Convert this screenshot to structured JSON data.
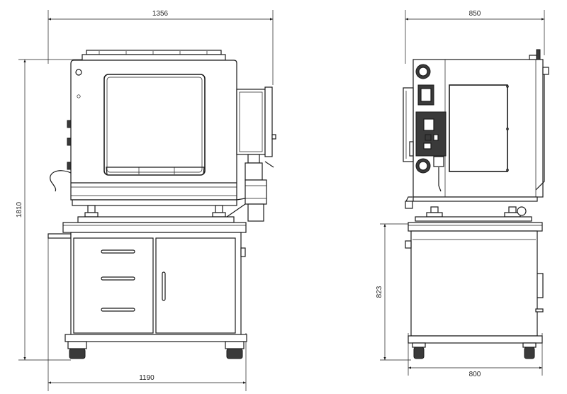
{
  "dimensions": {
    "front_total_width": "1356",
    "front_table_width": "1190",
    "front_total_height": "1810",
    "side_total_depth": "850",
    "side_table_depth": "800",
    "table_height": "823"
  }
}
